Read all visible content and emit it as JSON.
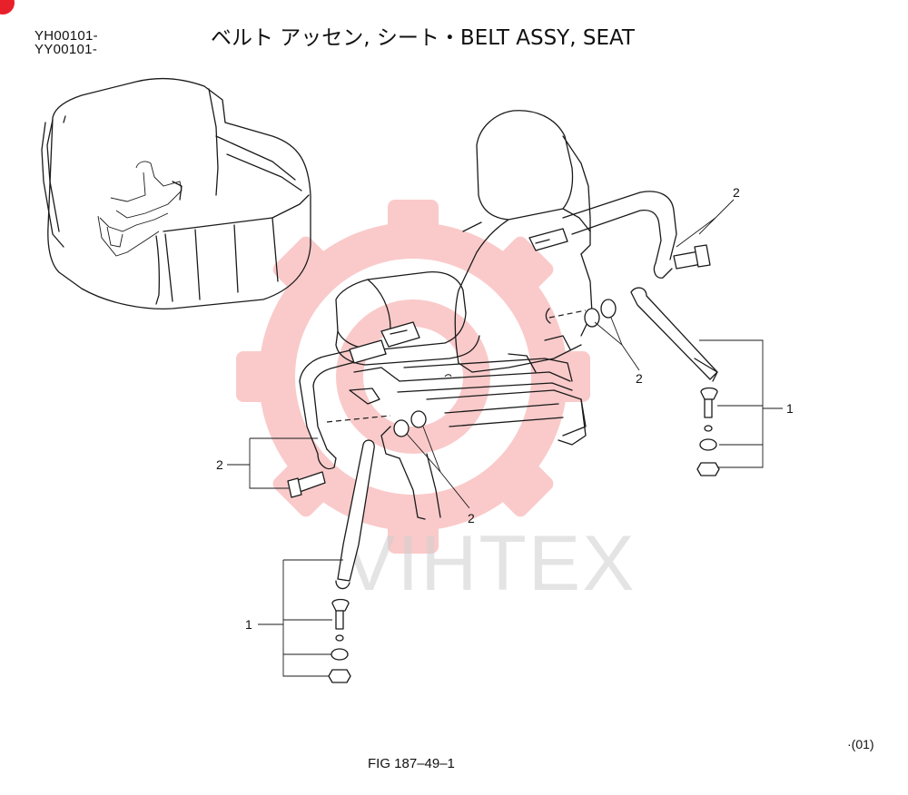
{
  "header": {
    "serial_1": "YH00101-",
    "serial_2": "YY00101-",
    "title": "ベルト アッセン, シート・BELT ASSY, SEAT"
  },
  "callouts": {
    "label_1": "1",
    "label_2": "2"
  },
  "watermark": {
    "text": "VIHTEX",
    "color": "#f28b8b"
  },
  "footer": {
    "revision": "·(01)",
    "figure": "FIG 187–49–1"
  }
}
